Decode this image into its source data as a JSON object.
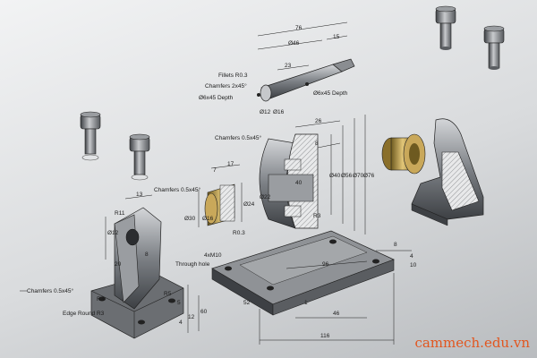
{
  "watermark": "cammech.edu.vn",
  "colors": {
    "metal_dark": "#4a4d51",
    "metal_mid": "#7c8085",
    "metal_light": "#c9cbce",
    "bronze": "#b8973e",
    "watermark": "#e2561f"
  },
  "shaft_dims": [
    "76",
    "Ø46",
    "15",
    "23",
    "Ø12",
    "Ø16",
    "Ø6x45 Depth"
  ],
  "shaft_labels": [
    "Fillets R0.3",
    "Chamfers 2x45°",
    "Ø6x45 Depth"
  ],
  "wheel_dims": [
    "26",
    "8",
    "Ø40",
    "Ø56",
    "Ø70",
    "Ø76",
    "40",
    "R3",
    "Ø22"
  ],
  "wheel_labels": [
    "Chamfers 0.5x45°"
  ],
  "bushing_dims": [
    "17",
    "7",
    "Ø24",
    "Ø30",
    "Ø16",
    "R0.3"
  ],
  "bushing_labels": [
    "Chamfers 0.5x45°"
  ],
  "bracket_dims": [
    "13",
    "R11",
    "Ø12",
    "8",
    "R5",
    "5",
    "4",
    "12",
    "20",
    "60",
    "R3"
  ],
  "bracket_labels": [
    "Chamfers 0.5x45°",
    "Edge Round R3"
  ],
  "base_dims": [
    "96",
    "52",
    "46",
    "116",
    "8",
    "4",
    "10",
    "1"
  ],
  "base_labels": [
    "4xM10",
    "Through hole"
  ]
}
